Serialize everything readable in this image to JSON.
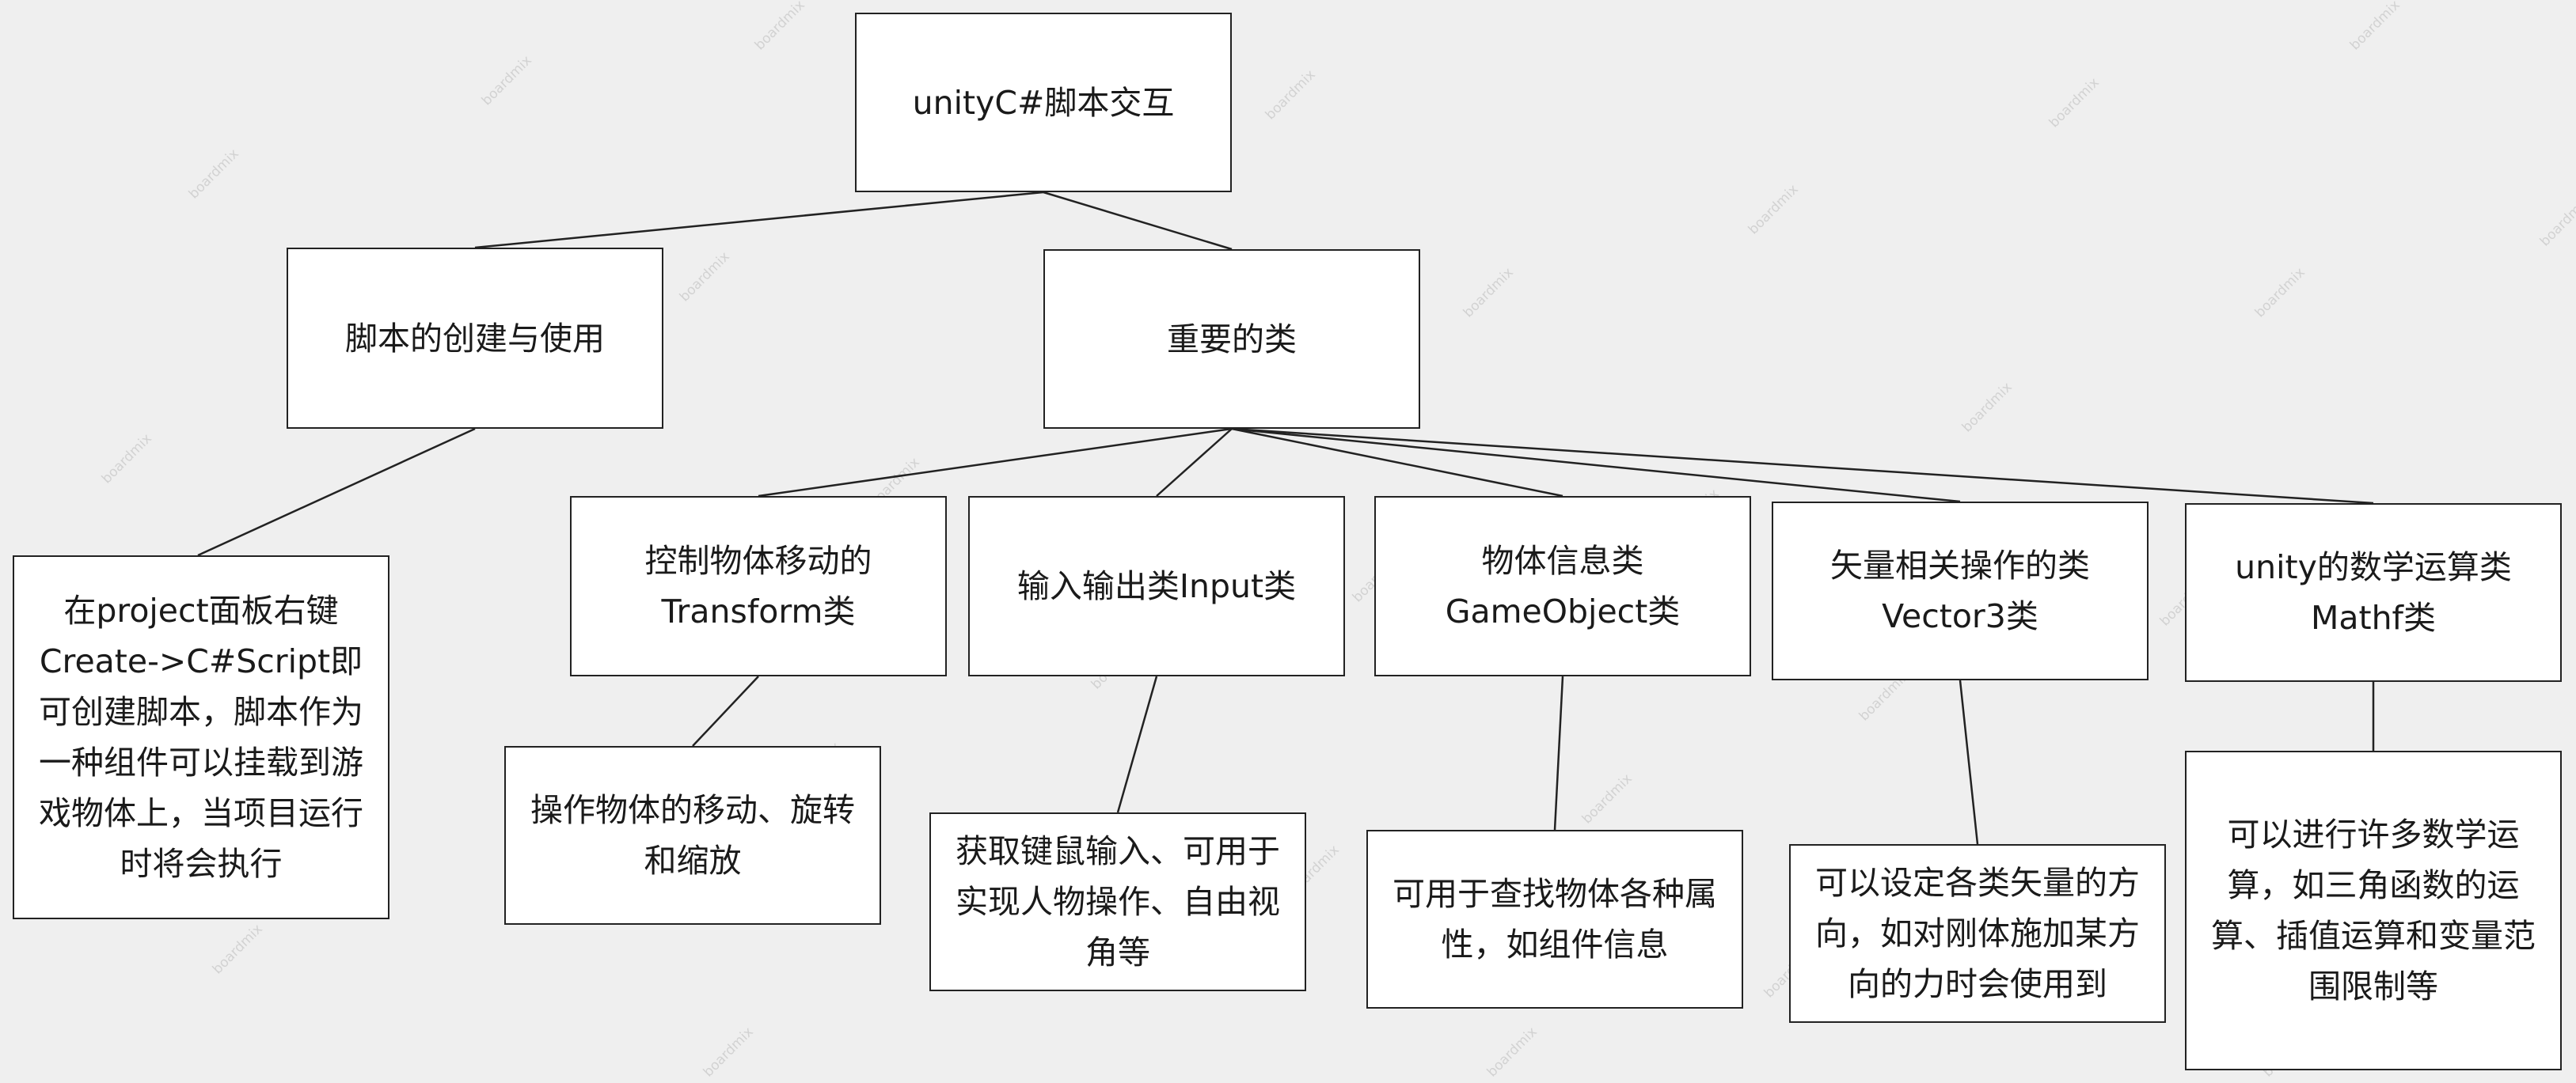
{
  "watermark_text": "boardmix",
  "diagram": {
    "root": {
      "text": "unityC#脚本交互"
    },
    "creation": {
      "title": "脚本的创建与使用",
      "detail": "在project面板右键Create->C#Script即可创建脚本，脚本作为一种组件可以挂载到游戏物体上，当项目运行时将会执行"
    },
    "classes": {
      "title": "重要的类",
      "items": [
        {
          "title": "控制物体移动的Transform类",
          "detail": "操作物体的移动、旋转和缩放"
        },
        {
          "title": "输入输出类Input类",
          "detail": "获取键鼠输入、可用于实现人物操作、自由视角等"
        },
        {
          "title": "物体信息类GameObject类",
          "detail": "可用于查找物体各种属性，如组件信息"
        },
        {
          "title": "矢量相关操作的类Vector3类",
          "detail": "可以设定各类矢量的方向，如对刚体施加某方向的力时会使用到"
        },
        {
          "title": "unity的数学运算类Mathf类",
          "detail": "可以进行许多数学运算，如三角函数的运算、插值运算和变量范围限制等"
        }
      ]
    }
  }
}
